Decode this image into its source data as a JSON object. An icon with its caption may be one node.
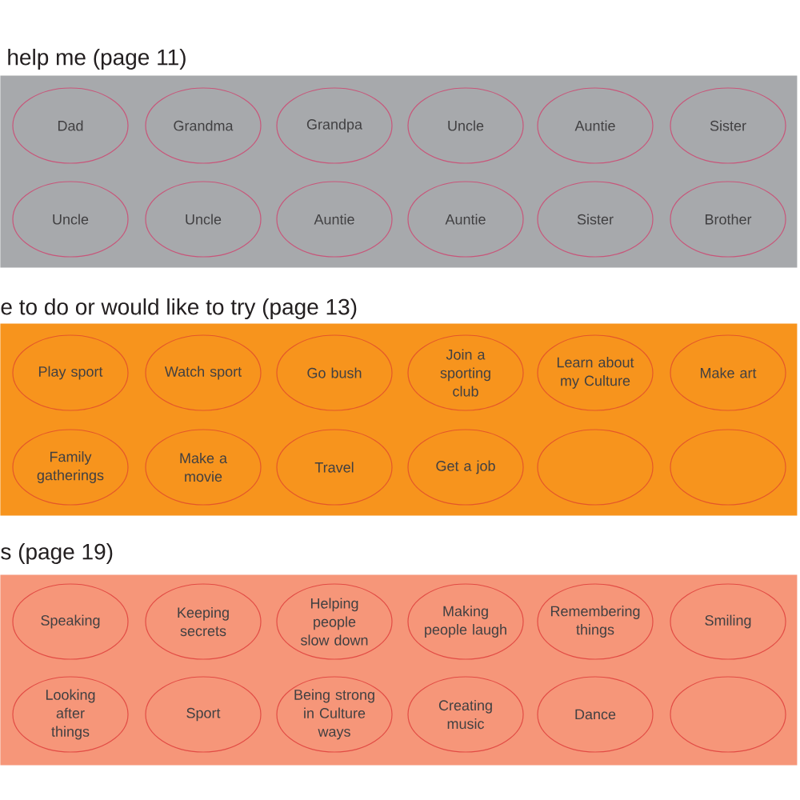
{
  "diagram": {
    "nodes": [
      {
        "text": [
          "help me (page 11)"
        ]
      },
      {
        "text": [
          "Dad"
        ],
        "in": 0
      },
      {
        "text": [
          "Grandma"
        ],
        "in": 0
      },
      {
        "text": [
          "Grandpa"
        ],
        "in": 0
      },
      {
        "text": [
          "Uncle"
        ],
        "in": 0
      },
      {
        "text": [
          "Auntie"
        ],
        "in": 0
      },
      {
        "text": [
          "Sister"
        ],
        "in": 0
      },
      {
        "text": [
          "Uncle"
        ],
        "in": 0
      },
      {
        "text": [
          "Uncle"
        ],
        "in": 0
      },
      {
        "text": [
          "Auntie"
        ],
        "in": 0
      },
      {
        "text": [
          "Auntie"
        ],
        "in": 0
      },
      {
        "text": [
          "Sister"
        ],
        "in": 0
      },
      {
        "text": [
          "Brother"
        ],
        "in": 0
      },
      {
        "text": [
          "e to do or would like to try (page 13)"
        ]
      },
      {
        "text": [
          "Play sport"
        ],
        "in": 13
      },
      {
        "text": [
          "Watch sport"
        ],
        "in": 13
      },
      {
        "text": [
          "Go bush"
        ],
        "in": 13
      },
      {
        "text": [
          "Join a sporting club"
        ],
        "in": 13
      },
      {
        "text": [
          "Learn about my Culture"
        ],
        "in": 13
      },
      {
        "text": [
          "Make art"
        ],
        "in": 13
      },
      {
        "text": [
          "Family gatherings"
        ],
        "in": 13
      },
      {
        "text": [
          "Make a movie"
        ],
        "in": 13
      },
      {
        "text": [
          "Travel"
        ],
        "in": 13
      },
      {
        "text": [
          "Get a job"
        ],
        "in": 13
      },
      {
        "text": [],
        "shape": "ellipse",
        "in": 13
      },
      {
        "text": [],
        "shape": "ellipse",
        "in": 13
      },
      {
        "text": [
          "s (page 19)"
        ]
      },
      {
        "text": [
          "Speaking"
        ],
        "in": 26
      },
      {
        "text": [
          "Keeping secrets"
        ],
        "in": 26
      },
      {
        "text": [
          "Helping people slow down"
        ],
        "in": 26
      },
      {
        "text": [
          "Making people laugh"
        ],
        "in": 26
      },
      {
        "text": [
          "Remembering things"
        ],
        "in": 26
      },
      {
        "text": [
          "Smiling"
        ],
        "in": 26
      },
      {
        "text": [
          "Looking after things"
        ],
        "in": 26
      },
      {
        "text": [
          "Sport"
        ],
        "in": 26
      },
      {
        "text": [
          "Being strong in Culture ways"
        ],
        "in": 26
      },
      {
        "text": [
          "Creating music"
        ],
        "in": 26
      },
      {
        "text": [
          "Dance"
        ],
        "in": 26
      },
      {
        "text": [],
        "shape": "ellipse",
        "in": 26
      }
    ]
  }
}
